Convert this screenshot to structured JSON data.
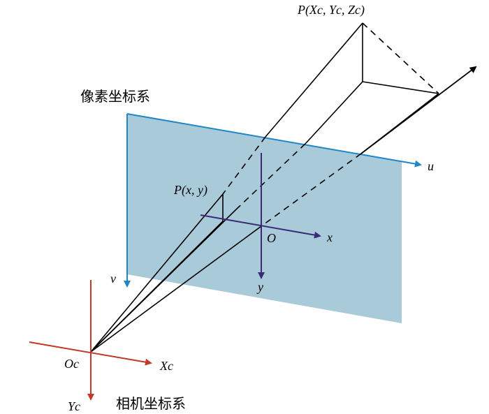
{
  "labels": {
    "pixel_frame_title": "像素坐标系",
    "camera_frame_title": "相机坐标系",
    "world_point": "P(Xc, Yc, Zc)",
    "image_point": "P(x, y)",
    "image_origin": "O",
    "image_x_axis": "x",
    "image_y_axis": "y",
    "pixel_u_axis": "u",
    "pixel_v_axis": "v",
    "camera_origin": "Oc",
    "camera_x_axis": "Xc",
    "camera_y_axis": "Yc"
  },
  "colors": {
    "image_plane_fill": "#a9cad8",
    "pixel_axes": "#1f86c8",
    "image_axes": "#3b2a78",
    "camera_axes": "#c0392b",
    "rays": "#000000"
  }
}
